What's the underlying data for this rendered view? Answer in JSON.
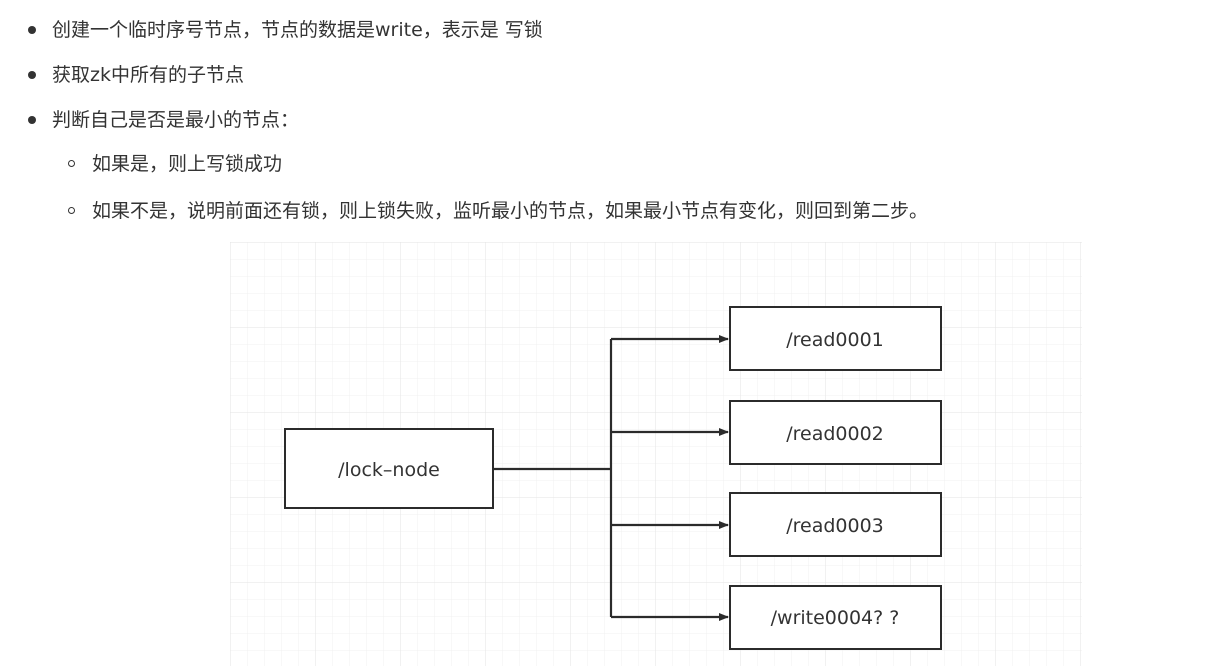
{
  "list": {
    "items": [
      {
        "text": "创建一个临时序号节点，节点的数据是write，表示是 写锁"
      },
      {
        "text": "获取zk中所有的子节点"
      },
      {
        "text": "判断自己是否是最小的节点："
      }
    ],
    "subitems": [
      {
        "text": "如果是，则上写锁成功"
      },
      {
        "text": "如果不是，说明前面还有锁，则上锁失败，监听最小的节点，如果最小节点有变化，则回到第二步。"
      }
    ]
  },
  "diagram": {
    "root": {
      "label": "/lock–node"
    },
    "children": [
      {
        "label": "/read0001"
      },
      {
        "label": "/read0002"
      },
      {
        "label": "/read0003"
      },
      {
        "label": "/write0004? ?"
      }
    ],
    "colors": {
      "grid": "#ececec",
      "box_border": "#2b2b2b",
      "line": "#2b2b2b"
    }
  }
}
